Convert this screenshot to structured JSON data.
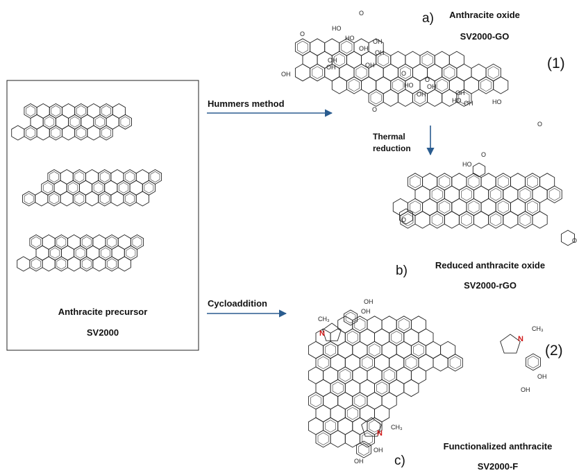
{
  "labels": {
    "precursor_name": "Anthracite precursor",
    "precursor_code": "SV2000",
    "oxide_letter": "a)",
    "oxide_name": "Anthracite oxide",
    "oxide_code": "SV2000-GO",
    "eq1": "(1)",
    "reduced_letter": "b)",
    "reduced_name": "Reduced anthracite oxide",
    "reduced_code": "SV2000-rGO",
    "func_letter": "c)",
    "func_name": "Functionalized anthracite",
    "func_code": "SV2000-F",
    "eq2": "(2)"
  },
  "arrows": {
    "hummers": "Hummers method",
    "thermal_1": "Thermal",
    "thermal_2": "reduction",
    "cycloaddition": "Cycloaddition"
  },
  "atoms": {
    "hydroxyl": "OH",
    "hydroxyl_left": "HO",
    "carbonyl": "O",
    "nitrogen": "N",
    "methyl": "CH₃"
  },
  "colors": {
    "arrow": "#2a5c8f",
    "nitrogen": "#d01818",
    "bond": "#222222"
  }
}
